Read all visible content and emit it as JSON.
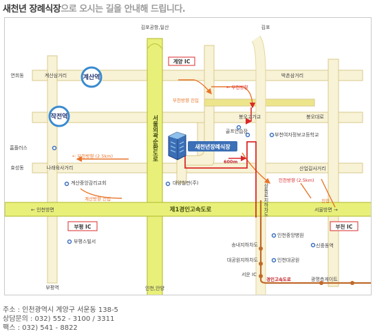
{
  "header": {
    "name": "새천년 장례식장",
    "rest": "으로 오시는 길을 안내해 드립니다."
  },
  "map": {
    "roads_top": {
      "gimpo_ilsan": "김포공항,일산",
      "gimpo": "김포",
      "gyeyang_ic": "계양 IC"
    },
    "left": {
      "yeonhui": "연희동",
      "gyesan_samgeori": "계산삼거리",
      "gyesan_station": "계산역",
      "jakjeon_station": "작전역",
      "homplus": "홈플러스",
      "hyoseong": "효성동",
      "narae_samgeori": "나래육사거리",
      "gyesan_church": "계산중앙감리교회",
      "gyesan_dir": "계산방향 진입",
      "bupyeong_dir": "← 부천방향 (2.5km)"
    },
    "center": {
      "seoul_ring": "서울외곽순환도로",
      "bucheon_dir": "부천방향 진입",
      "bucheon_dir2": "← 부천방향",
      "bongo_overpass": "봉오고가교",
      "golf": "골프연습장",
      "building_name": "새천년장례식장",
      "dist_600": "600m",
      "daeyang": "대양철판(주)",
      "incheon_anyang": "인천,안양",
      "gyeongin_expressway": "제1경인고속도로",
      "incheon_dir": "← 인천방면",
      "seoul_dir": "서울방면 →"
    },
    "right": {
      "baksan_samgeori": "박촌삼거리",
      "bongo_road": "봉오대로",
      "bucheon_girl_high": "부천여자정보고등학교",
      "sanup_road": "산업길사거리",
      "incheon_dir_25": "인천방향 (2.5km)",
      "jinip": "진입",
      "bucheon_ic": "부천 IC",
      "sinjung_station": "신중동역",
      "incheon_hospital": "인천중앙병원",
      "songnae_station": "송내지하차도",
      "daehan_underpass": "대공원지하차도",
      "incheon_park": "인천대공원",
      "seoul_ic": "서운 IC",
      "gyeongin_express": "경인고속도로",
      "gwangmyeong": "광명측게이트",
      "sangdong_road": "상동로지하차도"
    },
    "bottom_left": {
      "bupyeong_ic": "부평 IC",
      "bupyeong_center": "부평스빌서",
      "bupyeong_station": "부평역"
    }
  },
  "footer": {
    "address": "주소 : 인천광역시 계양구 서운동 138-5",
    "phone": "상담문의 : 032) 552 - 3100 / 3311",
    "fax": "팩스 : 032) 541 - 8822"
  },
  "colors": {
    "road_fill": "#f8f2d6",
    "road_edge": "#d8c98c",
    "expressway": "#e9f07a",
    "express_edge": "#b9c23a",
    "route_red": "#d9282a",
    "dir_orange": "#e8742a",
    "station_blue": "#3a8bd0",
    "subway_brown": "#c06a2a"
  }
}
